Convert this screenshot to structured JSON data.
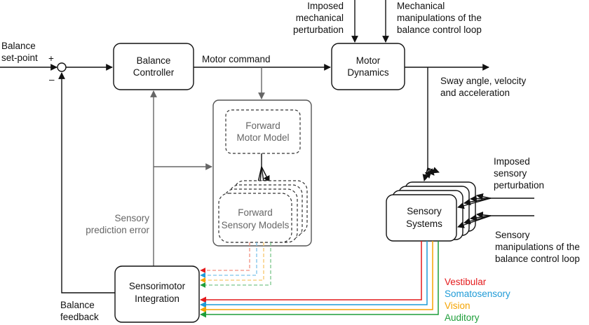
{
  "nodes": {
    "balance_controller": [
      "Balance",
      "Controller"
    ],
    "motor_dynamics": [
      "Motor",
      "Dynamics"
    ],
    "forward_motor_model": [
      "Forward",
      "Motor Model"
    ],
    "forward_sensory_models": [
      "Forward",
      "Sensory Models"
    ],
    "sensory_systems": [
      "Sensory",
      "Systems"
    ],
    "sensorimotor_integration": [
      "Sensorimotor",
      "Integration"
    ]
  },
  "labels": {
    "balance_setpoint": [
      "Balance",
      "set-point"
    ],
    "plus_sign": "+",
    "minus_sign": "–",
    "motor_command": "Motor command",
    "imposed_mechanical": [
      "Imposed",
      "mechanical",
      "perturbation"
    ],
    "mechanical_manipulations": [
      "Mechanical",
      "manipulations of the",
      "balance control loop"
    ],
    "sway": [
      "Sway angle, velocity",
      "and acceleration"
    ],
    "imposed_sensory": [
      "Imposed",
      "sensory",
      "perturbation"
    ],
    "sensory_manipulations": [
      "Sensory",
      "manipulations of the",
      "balance control loop"
    ],
    "sensory_prediction_error": [
      "Sensory",
      "prediction error"
    ],
    "balance_feedback": [
      "Balance",
      "feedback"
    ]
  },
  "legend": [
    {
      "name": "Vestibular",
      "color": "#e41a1c"
    },
    {
      "name": "Somatosensory",
      "color": "#1f9bd7"
    },
    {
      "name": "Vision",
      "color": "#f5a300"
    },
    {
      "name": "Auditory",
      "color": "#1e9e3a"
    }
  ]
}
